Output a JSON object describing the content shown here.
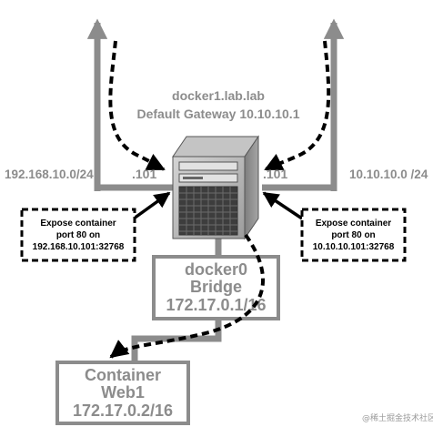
{
  "host": {
    "hostname": "docker1.lab.lab",
    "gateway_label": "Default Gateway 10.10.10.1",
    "left_interface_ip": ".101",
    "right_interface_ip": ".101"
  },
  "networks": {
    "left_subnet": "192.168.10.0/24",
    "right_subnet": "10.10.10.0 /24"
  },
  "callouts": {
    "left": {
      "line1": "Expose container",
      "line2": "port 80 on",
      "line3": "192.168.10.101:32768"
    },
    "right": {
      "line1": "Expose container",
      "line2": "port 80 on",
      "line3": "10.10.10.101:32768"
    }
  },
  "bridge": {
    "line1": "docker0",
    "line2": "Bridge",
    "line3": "172.17.0.1/16"
  },
  "container": {
    "line1": "Container",
    "line2": "Web1",
    "line3": "172.17.0.2/16"
  },
  "watermark": "@稀土掘金技术社区",
  "colors": {
    "network_gray": "#8c8c8c",
    "text_gray": "#8c8c8c",
    "callout_border": "#000000",
    "server_body": "#b0b0b0"
  },
  "icons": {
    "server": "server-tower-icon",
    "arrows": "dashed-arrow-icon"
  }
}
